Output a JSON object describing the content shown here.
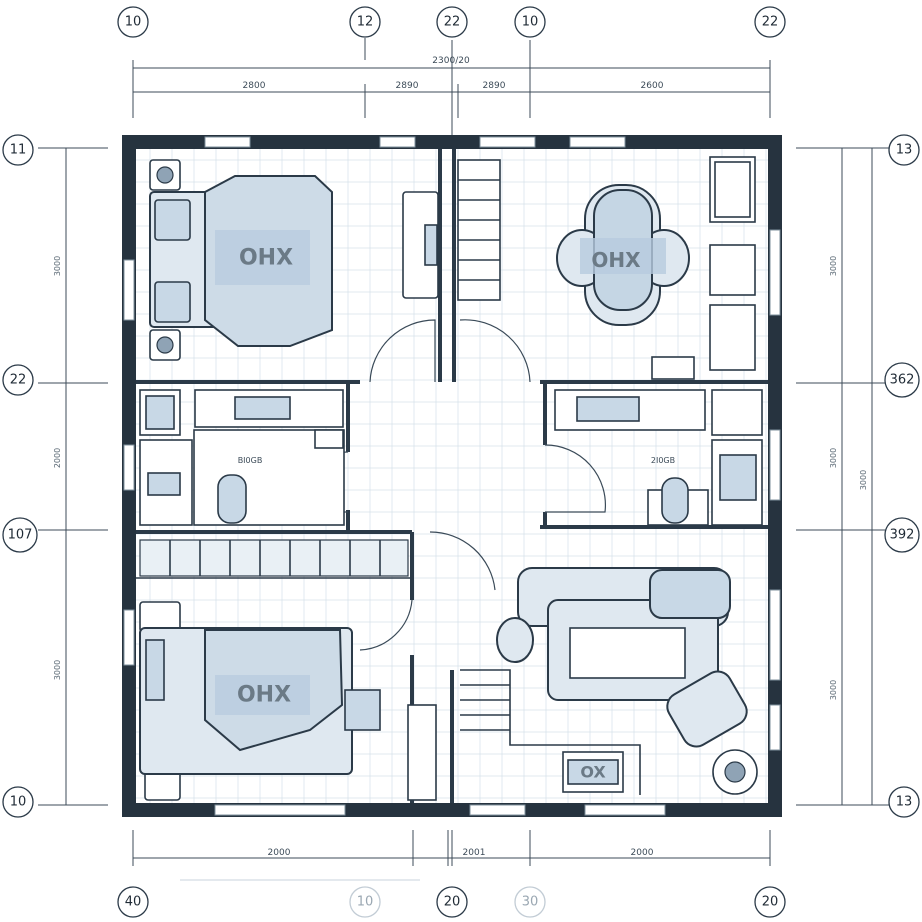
{
  "grid_bubbles": {
    "top": [
      "10",
      "12",
      "22",
      "10",
      "22"
    ],
    "bottom": [
      "40",
      "10",
      "20",
      "30",
      "20"
    ],
    "left": [
      "11",
      "22",
      "107",
      "10"
    ],
    "right": [
      "13",
      "362",
      "392",
      "13"
    ]
  },
  "dimensions": {
    "top_overall": "2300/20",
    "top_segments": [
      "2800",
      "2890",
      "2890",
      "2600"
    ],
    "bottom_segments": [
      "2000",
      "2001",
      "2000"
    ],
    "left_segments": [
      "3000",
      "2000",
      "3000"
    ],
    "right_segments": [
      "3000",
      "3000",
      "3000"
    ],
    "right_overall": "3000"
  },
  "room_labels": {
    "bedroom_top": "OHX",
    "dining": "OHX",
    "bedroom_bottom": "OHX",
    "kitchen_box": "OX",
    "bath_left": "BI0GB",
    "bath_right": "2I0GB"
  },
  "colors": {
    "wall": "#26333f",
    "furniture_fill": "#dfe8f0",
    "accent_fill": "#c8d8e6",
    "grid": "#d6e1ea"
  }
}
